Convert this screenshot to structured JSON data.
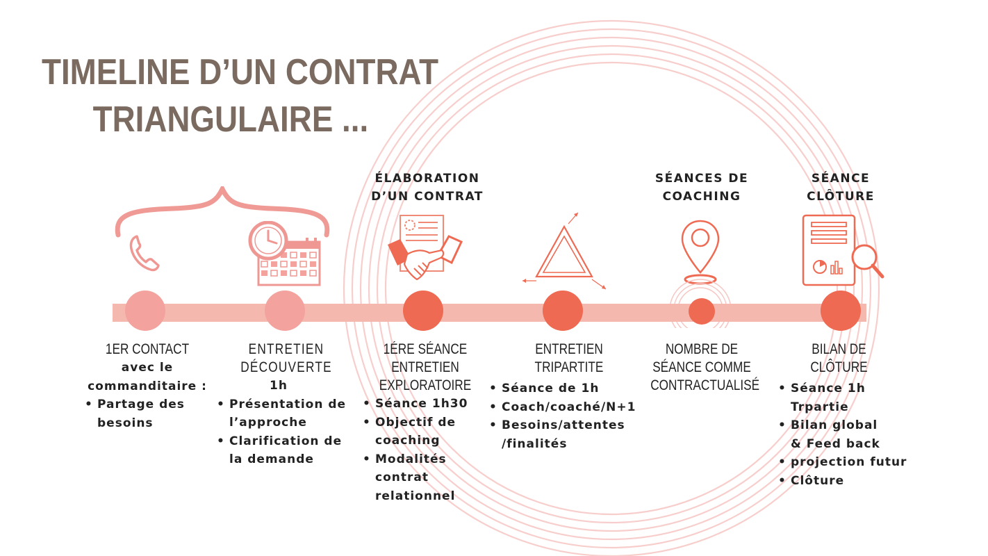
{
  "title": {
    "line1": "TIMELINE D’UN CONTRAT",
    "line2": "TRIANGULAIRE ..."
  },
  "phases": {
    "contract": {
      "line1": "ÉLABORATION",
      "line2": "D’UN CONTRAT"
    },
    "coaching": {
      "line1": "SÉANCES DE",
      "line2": "COACHING"
    },
    "closure": {
      "line1": "SÉANCE",
      "line2": "CLÔTURE"
    }
  },
  "colors": {
    "accent": "#ee6a52",
    "light": "#f3a29d",
    "bar": "#f5b8ae",
    "title": "#7a6a5f",
    "ring": "#f4c2c2"
  },
  "icons": [
    "phone-icon",
    "clock-calendar-icon",
    "handshake-contract-icon",
    "triangle-icon",
    "location-pin-icon",
    "report-magnifier-icon"
  ],
  "steps": [
    {
      "head": [
        "1ER CONTACT"
      ],
      "sub": [
        "avec le",
        "commanditaire :"
      ],
      "bullets": [
        "Partage des besoins"
      ]
    },
    {
      "head": [
        "ENTRETIEN",
        "DÉCOUVERTE"
      ],
      "sub": [
        "1h"
      ],
      "bullets": [
        "Présentation de l’approche",
        "Clarification de la demande"
      ]
    },
    {
      "head": [
        "1ÉRE SÉANCE",
        "ENTRETIEN",
        "EXPLORATOIRE"
      ],
      "sub": [],
      "bullets": [
        "Séance 1h30",
        "Objectif de coaching",
        "Modalités contrat relationnel"
      ]
    },
    {
      "head": [
        "ENTRETIEN",
        "TRIPARTITE"
      ],
      "sub": [],
      "bullets": [
        "Séance de 1h",
        "Coach/coaché/N+1",
        "Besoins/attentes /finalités"
      ]
    },
    {
      "head": [
        "NOMBRE DE",
        "SÉANCE COMME",
        "CONTRACTUALISÉ"
      ],
      "sub": [],
      "bullets": []
    },
    {
      "head": [
        "BILAN DE CLÔTURE"
      ],
      "sub": [],
      "bullets": [
        "Séance 1h Trpartie",
        "Bilan global & Feed back",
        "projection futur",
        "Clôture"
      ]
    }
  ]
}
